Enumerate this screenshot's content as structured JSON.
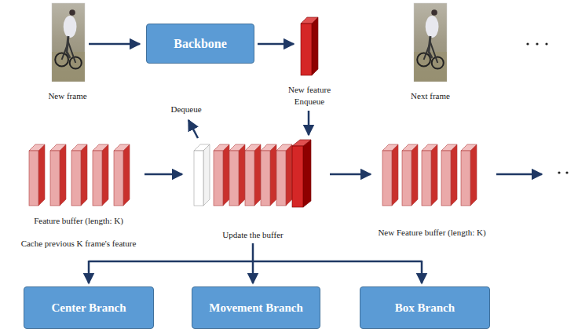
{
  "diagram": {
    "nodes": [
      {
        "text": [
          "Backbone"
        ]
      },
      {
        "text": [
          "Center Branch"
        ]
      },
      {
        "text": [
          "Movement Branch"
        ]
      },
      {
        "text": [
          "Box Branch"
        ]
      }
    ],
    "labels": [
      "New frame",
      "New feature",
      "Enqueue",
      "Next frame",
      "Dequeue",
      "Feature buffer (length: K)",
      "Cache previous K frame's feature",
      "Update the buffer",
      "New Feature buffer (length: K)"
    ]
  }
}
